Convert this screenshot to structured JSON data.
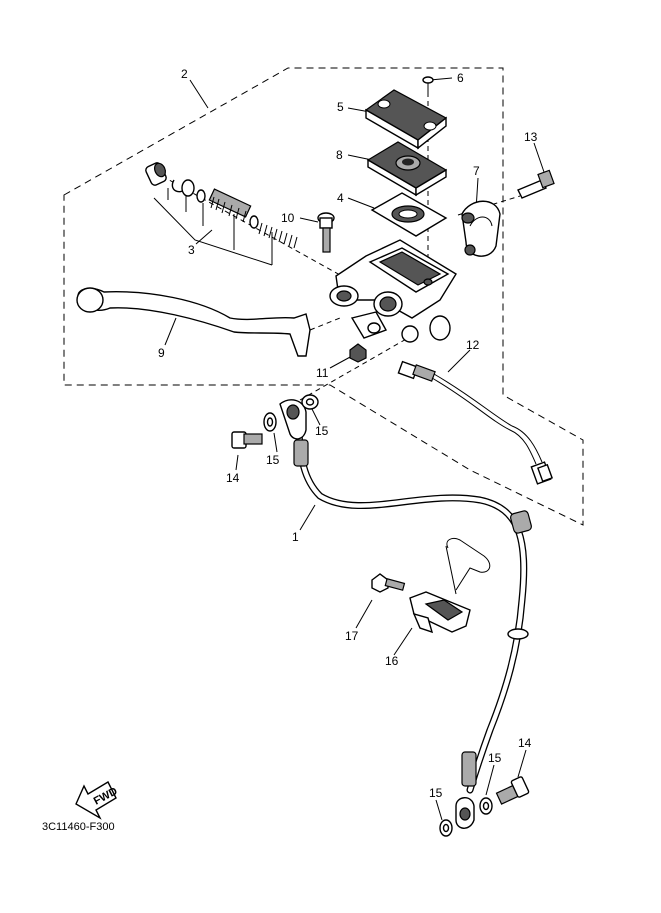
{
  "callouts": [
    {
      "id": "c1",
      "text": "1"
    },
    {
      "id": "c2",
      "text": "2"
    },
    {
      "id": "c3",
      "text": "3"
    },
    {
      "id": "c4",
      "text": "4"
    },
    {
      "id": "c5",
      "text": "5"
    },
    {
      "id": "c6",
      "text": "6"
    },
    {
      "id": "c7",
      "text": "7"
    },
    {
      "id": "c8",
      "text": "8"
    },
    {
      "id": "c9",
      "text": "9"
    },
    {
      "id": "c10",
      "text": "10"
    },
    {
      "id": "c11",
      "text": "11"
    },
    {
      "id": "c12",
      "text": "12"
    },
    {
      "id": "c13",
      "text": "13"
    },
    {
      "id": "c14a",
      "text": "14"
    },
    {
      "id": "c14b",
      "text": "14"
    },
    {
      "id": "c15a",
      "text": "15"
    },
    {
      "id": "c15b",
      "text": "15"
    },
    {
      "id": "c15c",
      "text": "15"
    },
    {
      "id": "c15d",
      "text": "15"
    },
    {
      "id": "c16",
      "text": "16"
    },
    {
      "id": "c17",
      "text": "17"
    }
  ],
  "fwd_label": "FWD",
  "diagram_code": "3C11460-F300"
}
